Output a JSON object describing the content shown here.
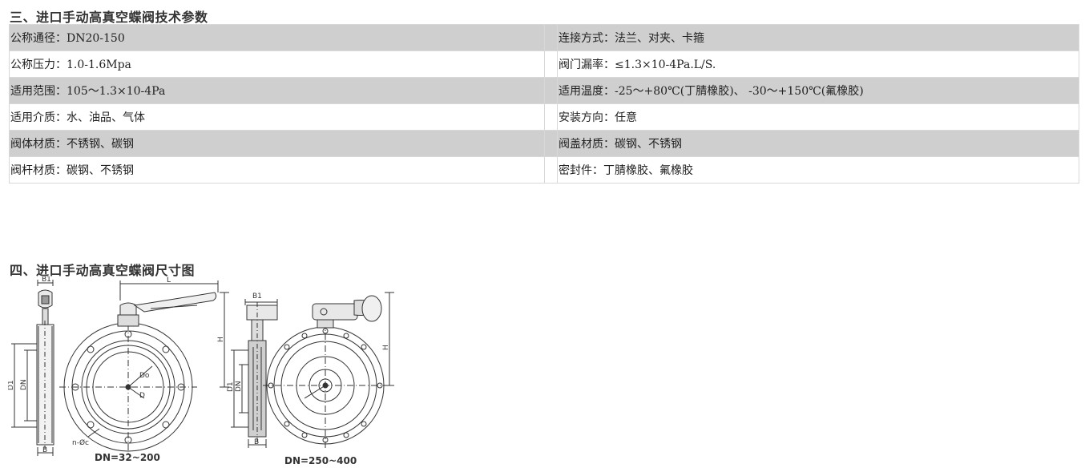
{
  "sections": {
    "params_title": "三、进口手动高真空蝶阀技术参数",
    "dims_title": "四、进口手动高真空蝶阀尺寸图"
  },
  "spec_rows": [
    {
      "left": "公称通径：DN20-150",
      "right": "连接方式：法兰、对夹、卡箍"
    },
    {
      "left": "公称压力：1.0-1.6Mpa",
      "right": "阀门漏率：≤1.3×10-4Pa.L/S."
    },
    {
      "left": "适用范围：105～1.3×10-4Pa",
      "right": "适用温度：-25～+80℃(丁腈橡胶)、 -30～+150℃(氟橡胶)"
    },
    {
      "left": "适用介质：水、油品、气体",
      "right": "安装方向：任意"
    },
    {
      "left": "阀体材质：不锈钢、碳钢",
      "right": "阀盖材质：碳钢、不锈钢"
    },
    {
      "left": "阀杆材质：碳钢、不锈钢",
      "right": "密封件：丁腈橡胶、氟橡胶"
    }
  ],
  "drawing": {
    "labels": {
      "b1_a": "B1",
      "l": "L",
      "h_a": "H",
      "d1_a": "D1",
      "dn_a": "DN",
      "do": "Do",
      "d": "D",
      "b_a": "B",
      "noc": "n-Øc",
      "b1_b": "B1",
      "h_b": "H",
      "d1_b": "D1",
      "dn_b": "DN",
      "b_b": "B"
    },
    "caption_small": "DN=32~200",
    "caption_large": "DN=250~400"
  }
}
